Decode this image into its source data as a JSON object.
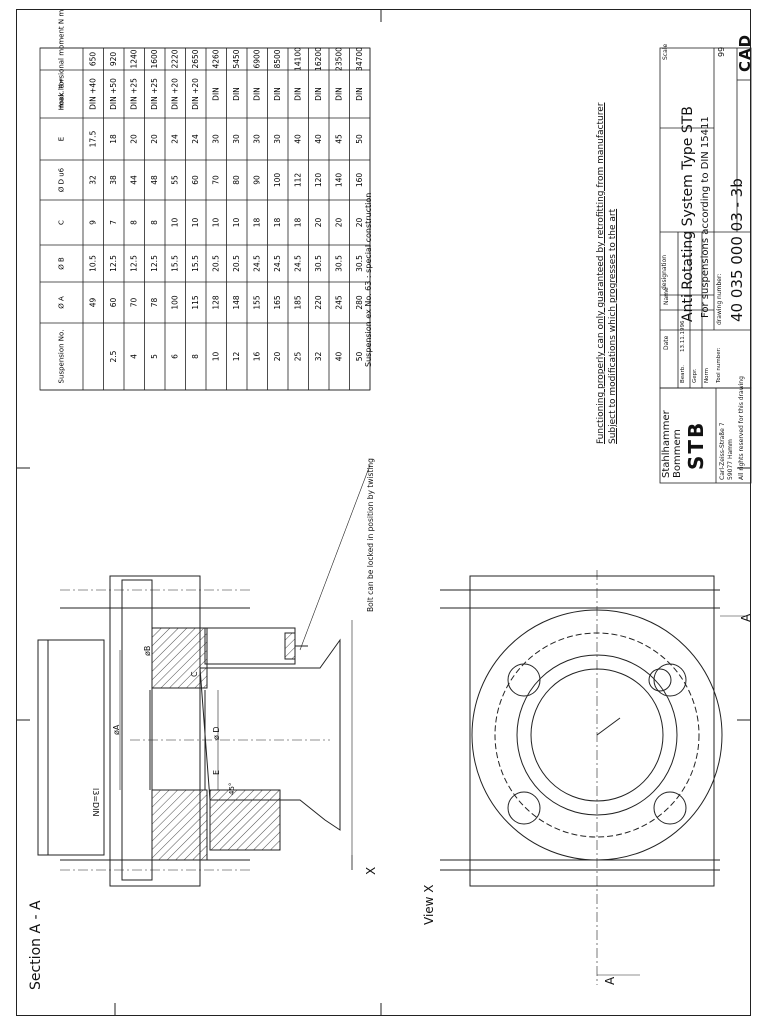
{
  "table": {
    "headers": [
      "Suspension No.",
      "Ø A",
      "Ø B",
      "C",
      "Ø D u6",
      "E",
      "Hook l4=",
      "max. torsional moment N m"
    ],
    "rows": [
      [
        "",
        "49",
        "10.5",
        "9",
        "32",
        "17.5",
        "DIN +40",
        "650"
      ],
      [
        "2.5",
        "60",
        "12.5",
        "7",
        "38",
        "18",
        "DIN +50",
        "920"
      ],
      [
        "4",
        "70",
        "12.5",
        "8",
        "44",
        "20",
        "DIN +25",
        "1240"
      ],
      [
        "5",
        "78",
        "12.5",
        "8",
        "48",
        "20",
        "DIN +25",
        "1600"
      ],
      [
        "6",
        "100",
        "15.5",
        "10",
        "55",
        "24",
        "DIN +20",
        "2220"
      ],
      [
        "8",
        "115",
        "15.5",
        "10",
        "60",
        "24",
        "DIN +20",
        "2650"
      ],
      [
        "10",
        "128",
        "20.5",
        "10",
        "70",
        "30",
        "DIN",
        "4260"
      ],
      [
        "12",
        "148",
        "20.5",
        "10",
        "80",
        "30",
        "DIN",
        "5450"
      ],
      [
        "16",
        "155",
        "24.5",
        "18",
        "90",
        "30",
        "DIN",
        "6900"
      ],
      [
        "20",
        "165",
        "24.5",
        "18",
        "100",
        "30",
        "DIN",
        "8500"
      ],
      [
        "25",
        "185",
        "24.5",
        "18",
        "112",
        "40",
        "DIN",
        "14100"
      ],
      [
        "32",
        "220",
        "30.5",
        "20",
        "120",
        "40",
        "DIN",
        "16200"
      ],
      [
        "40",
        "245",
        "30.5",
        "20",
        "140",
        "45",
        "DIN",
        "23500"
      ],
      [
        "50",
        "280",
        "30.5",
        "20",
        "160",
        "50",
        "DIN",
        "34700"
      ]
    ]
  },
  "notes": {
    "special": "Suspension ex No. 63 : special construction",
    "functioning": "Functioning properly can only guaranteed by retrofitting from manufacturer",
    "modifications": "Subject to modifications which progresses to the art",
    "bolt": "Bolt can be locked in position by twisting"
  },
  "views": {
    "section": "Section A - A",
    "view_x": "View X",
    "mark_x": "X",
    "mark_a": "A",
    "dims": {
      "phi_b": "øB",
      "phi_a": "øA",
      "phi_d": "ø D",
      "e": "E",
      "c": "C",
      "l3": "l3=DIN",
      "angle": "45°"
    }
  },
  "titleblock": {
    "company1": "Stahlhammer",
    "company2": "Bommern",
    "logo": "STB",
    "address1": "Carl-Zeiss-Straße 7",
    "address2": "59077 Hamm",
    "rights": "All rights reserved for this drawing",
    "date_label": "Date",
    "name_label": "Name",
    "bearb_label": "Bearb.",
    "bearb_date": "13.11.1996",
    "gepr_label": "Gepr.",
    "norm_label": "Norm",
    "tool_label": "Tool number:",
    "designation_label": "designation",
    "designation": "Anti Rotating System Type STB",
    "subtitle": "For suspensions according to DIN 15411",
    "drawing_label": "drawing number:",
    "drawing_number": "40 035 000 03 - 3b",
    "scale_label": "Scale",
    "sheet": "99",
    "cad": "CAD"
  }
}
